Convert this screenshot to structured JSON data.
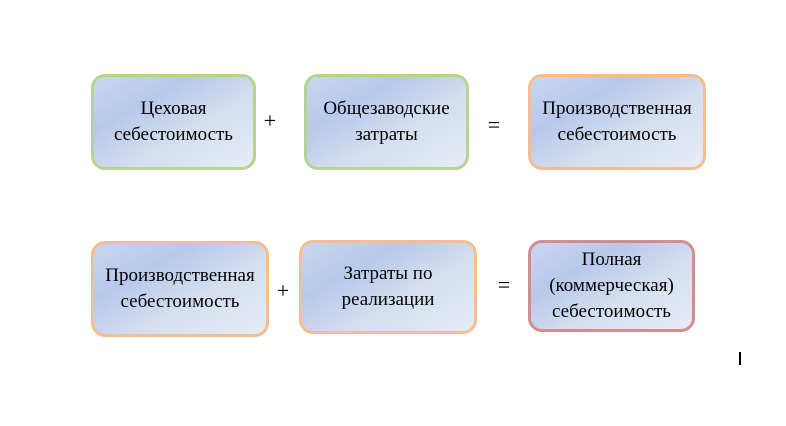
{
  "row1": {
    "box1": "Цеховая\nсебестоимость",
    "op1": "+",
    "box2": "Общезаводские\nзатраты",
    "op2": "=",
    "box3": "Производственная\nсебестоимость"
  },
  "row2": {
    "box1": "Производственная\nсебестоимость",
    "op1": "+",
    "box2": "Затраты по\nреализации",
    "op2": "=",
    "box3": "Полная\n(коммерческая)\nсебестоимость"
  },
  "colors": {
    "green_border": "#b6d38f",
    "orange_border": "#f6bd8f",
    "red_border": "#d58c90",
    "box_fill": "#c3d2ee"
  }
}
